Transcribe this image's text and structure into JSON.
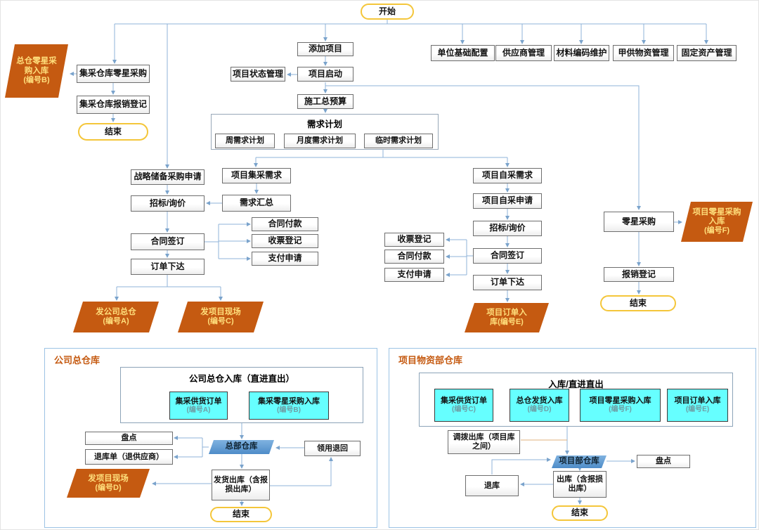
{
  "colors": {
    "accent_orange": "#C55A11",
    "terminator_border": "#F4C63A",
    "connector_blue": "#8FB3D9",
    "cyan_fill": "#66FFFF",
    "blue_fill": "#5B9BD5",
    "tan_line": "#DFB27E"
  },
  "flow": {
    "start": "开始",
    "central_branch": {
      "purchase": "集采仓库零星采购",
      "reimburse": "集采仓库报销登记",
      "end": "结束",
      "inbound": {
        "label": "总仓零星采购入库",
        "code": "(编号B)"
      }
    },
    "project_setup": {
      "add_project": "添加项目",
      "status_mgmt": "项目状态管理",
      "project_start": "项目启动",
      "budget": "施工总预算"
    },
    "config_row": [
      "单位基础配置",
      "供应商管理",
      "材料编码维护",
      "甲供物资管理",
      "固定资产管理"
    ],
    "demand_plan": {
      "title": "需求计划",
      "items": [
        "周需求计划",
        "月度需求计划",
        "临时需求计划"
      ]
    },
    "central_procurement": {
      "strategic": "战略储备采购申请",
      "bid": "招标/询价",
      "collect": "项目集采需求",
      "summary": "需求汇总",
      "contract": "合同签订",
      "order": "订单下达",
      "payments": [
        "合同付款",
        "收票登记",
        "支付申请"
      ],
      "to_hq": {
        "label": "发公司总仓",
        "code": "(编号A)"
      },
      "to_site": {
        "label": "发项目现场",
        "code": "(编号C)"
      }
    },
    "self_procurement": {
      "demand": "项目自采需求",
      "apply": "项目自采申请",
      "bid": "招标/询价",
      "contract": "合同签订",
      "order": "订单下达",
      "payments": [
        "收票登记",
        "合同付款",
        "支付申请"
      ],
      "inbound": {
        "label": "项目订单入",
        "code": "库(编号E)"
      }
    },
    "petty": {
      "purchase": "零星采购",
      "inbound": {
        "label": "项目零星采购入库",
        "code": "(编号F)"
      },
      "reimburse": "报销登记",
      "end": "结束"
    }
  },
  "hq_warehouse": {
    "title": "公司总仓库",
    "inbound_box": {
      "title": "公司总仓入库（直进直出）",
      "items": [
        {
          "label": "集采供货订单",
          "code": "(编号A)"
        },
        {
          "label": "集采零星采购入库",
          "code": "(编号B)"
        }
      ]
    },
    "stocktake": "盘点",
    "return_supplier": "退库单（退供应商）",
    "warehouse": "总部仓库",
    "requisition_return": "领用退回",
    "to_site": {
      "label": "发项目现场",
      "code": "(编号D)"
    },
    "outbound": "发货出库（含报损出库）",
    "end": "结束"
  },
  "project_warehouse": {
    "title": "项目物资部仓库",
    "inbound_box": {
      "title": "入库/直进直出",
      "items": [
        {
          "label": "集采供货订单",
          "code": "(编号C)"
        },
        {
          "label": "总仓发货入库",
          "code": "(编号D)"
        },
        {
          "label": "项目零星采购入库",
          "code": "(编号F)"
        },
        {
          "label": "项目订单入库",
          "code": "(编号E)"
        }
      ]
    },
    "transfer": "调拨出库（项目库之间）",
    "warehouse": "项目部仓库",
    "stocktake": "盘点",
    "return_store": "退库",
    "outbound": "出库（含报损出库）",
    "end": "结束"
  }
}
